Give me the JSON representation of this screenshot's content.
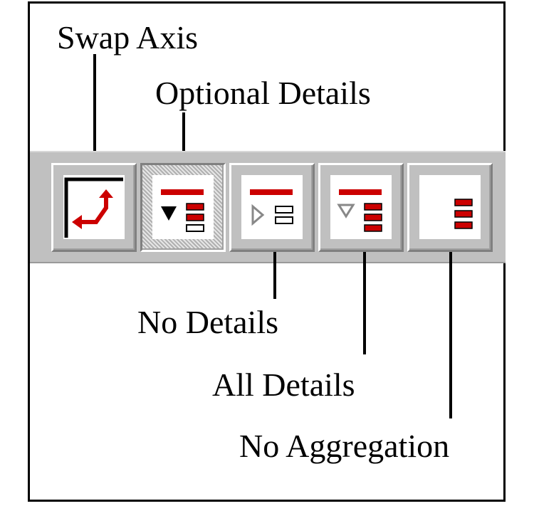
{
  "labels": {
    "swap_axis": "Swap Axis",
    "optional_details": "Optional Details",
    "no_details": "No Details",
    "all_details": "All Details",
    "no_aggregation": "No Aggregation"
  },
  "toolbar": {
    "buttons": [
      {
        "id": "swap-axis",
        "icon": "swap-axis-icon",
        "pressed": false
      },
      {
        "id": "optional-details",
        "icon": "optional-details-icon",
        "pressed": true
      },
      {
        "id": "no-details",
        "icon": "no-details-icon",
        "pressed": false
      },
      {
        "id": "all-details",
        "icon": "all-details-icon",
        "pressed": false
      },
      {
        "id": "no-aggregation",
        "icon": "no-aggregation-icon",
        "pressed": false
      }
    ]
  },
  "colors": {
    "accent_red": "#cc0000",
    "toolbar_gray": "#c0c0c0",
    "icon_gray": "#888888"
  }
}
